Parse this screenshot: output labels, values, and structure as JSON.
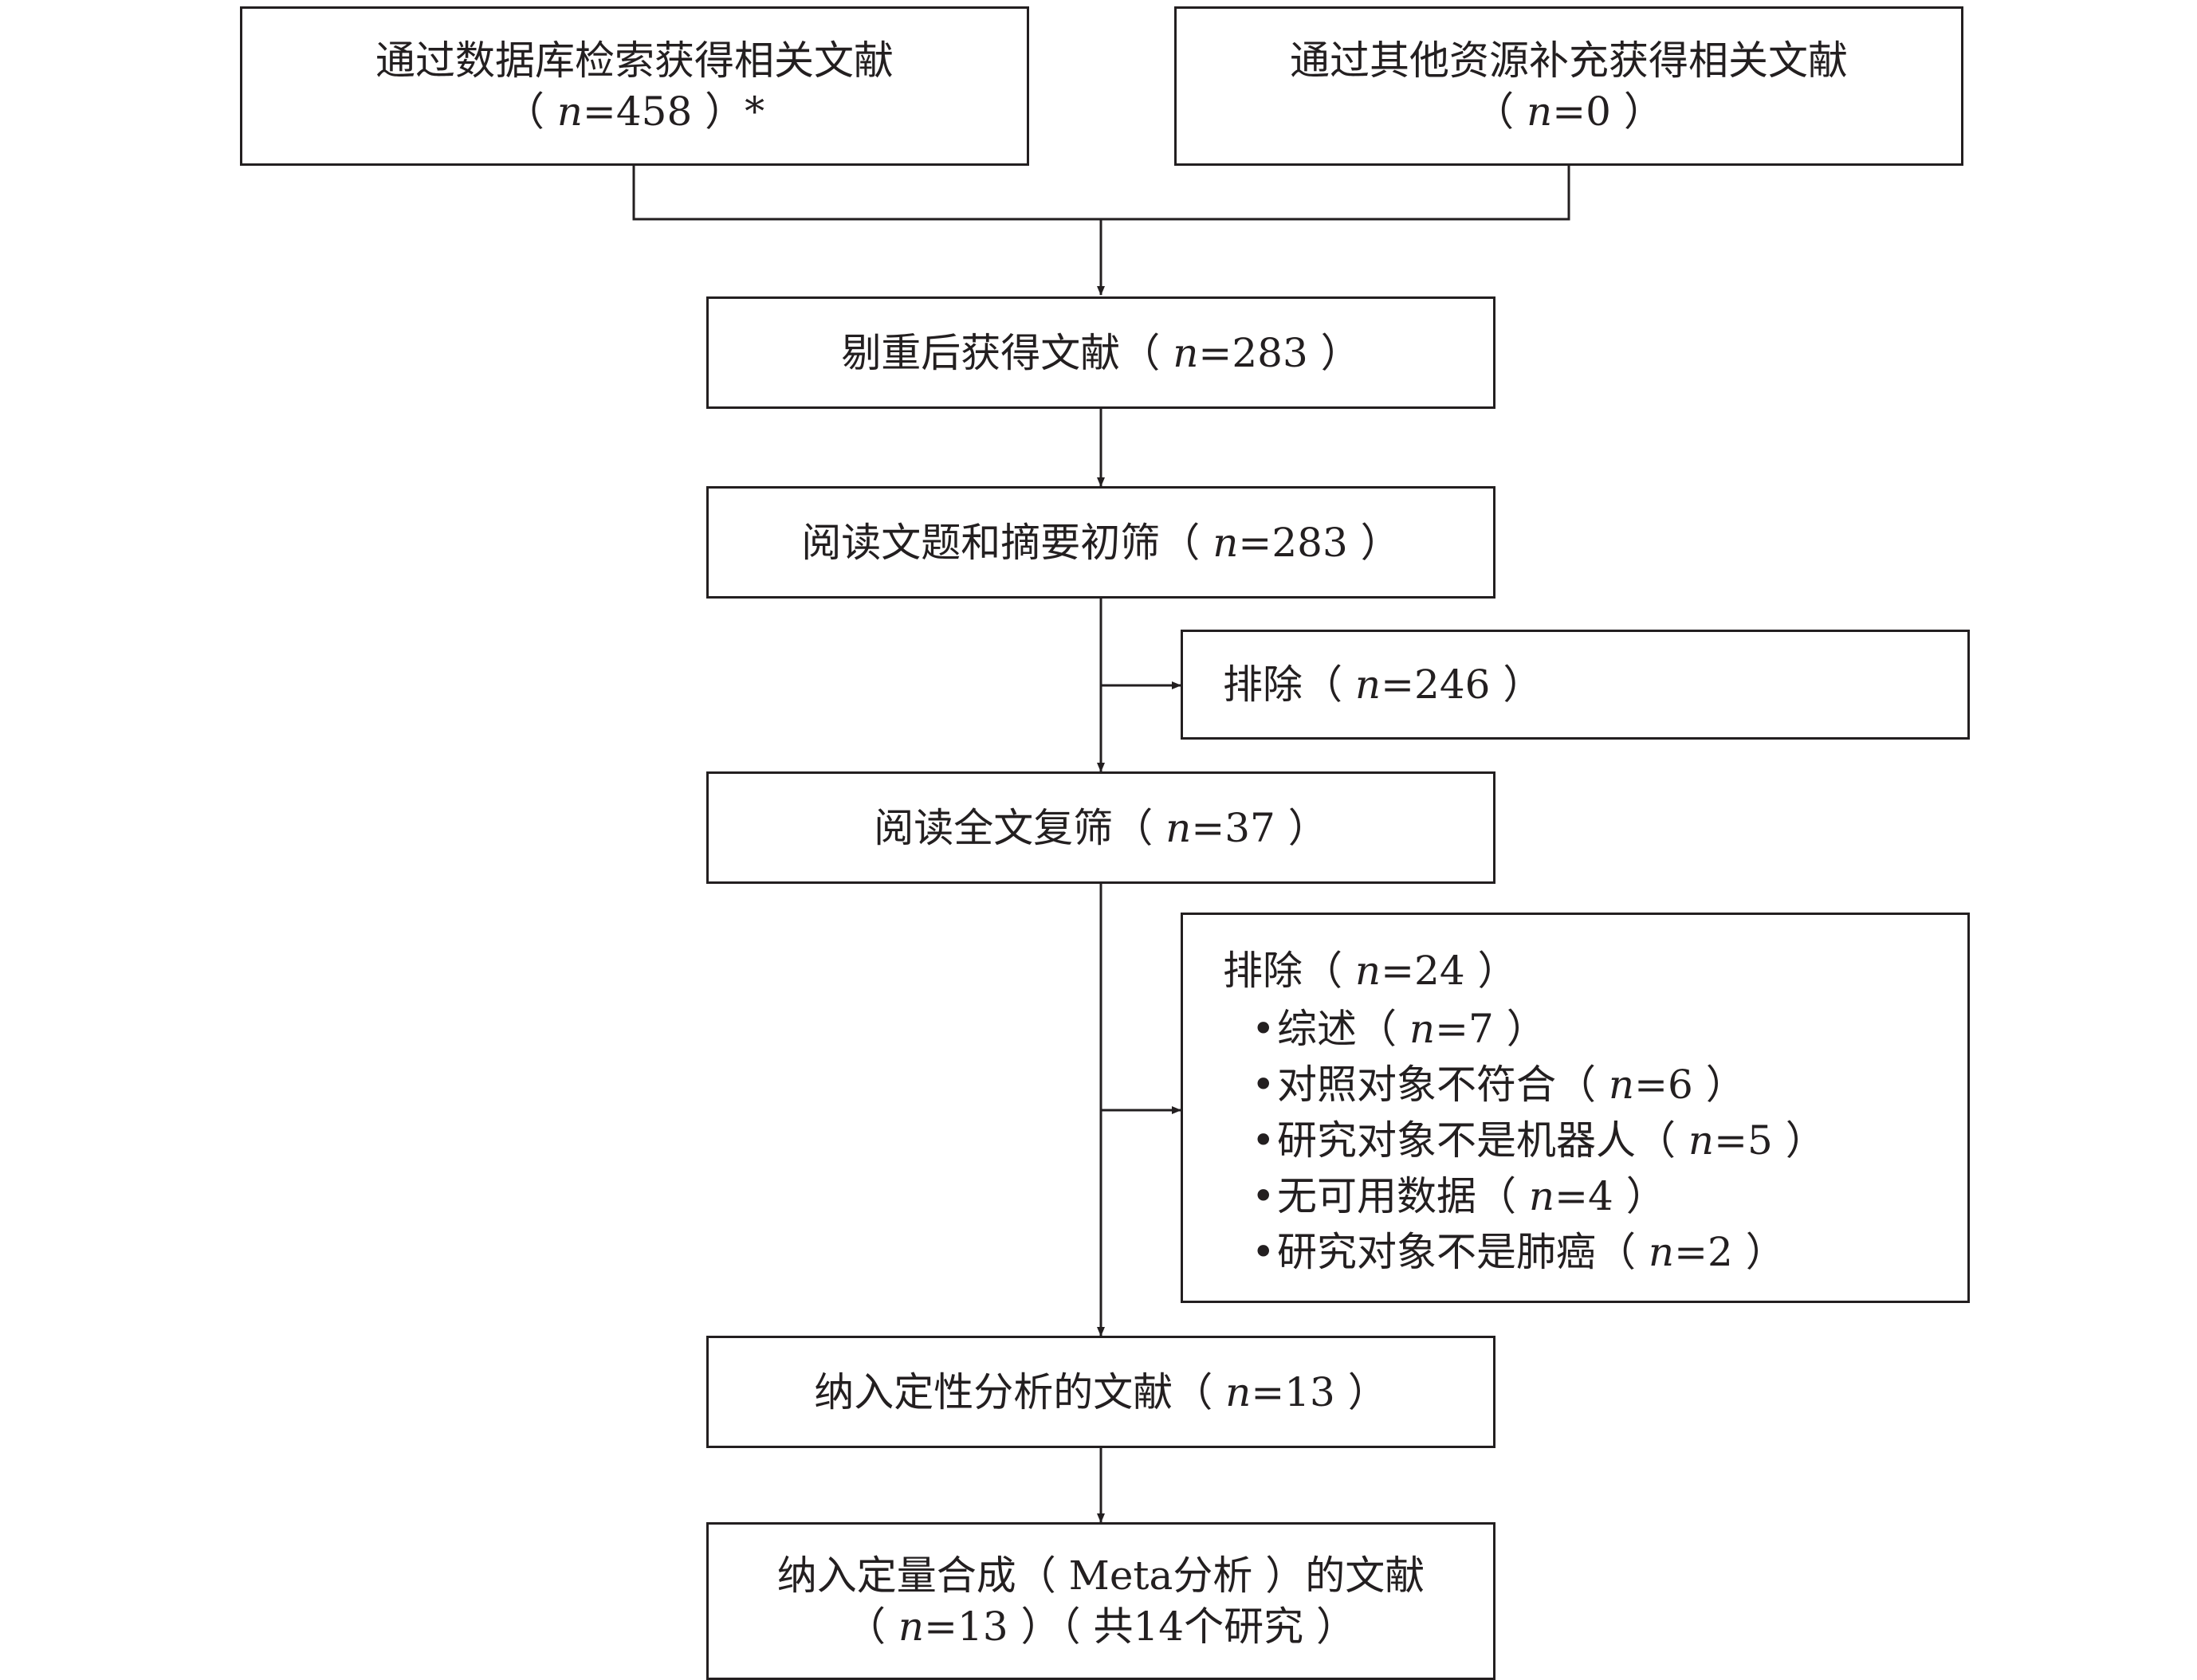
{
  "flowchart": {
    "identified_db": {
      "line1": "通过数据库检索获得相关文献",
      "pre": "（ ",
      "n": "n",
      "value": "=458",
      "post": " ）*"
    },
    "identified_other": {
      "line1": "通过其他资源补充获得相关文献",
      "pre": "（ ",
      "n": "n",
      "value": "=0",
      "post": " ）"
    },
    "after_dedup": {
      "label": "剔重后获得文献（ ",
      "n": "n",
      "value": "=283",
      "post": " ）"
    },
    "title_abstract": {
      "label": "阅读文题和摘要初筛（ ",
      "n": "n",
      "value": "=283",
      "post": " ）"
    },
    "excluded_1": {
      "label": "排除（ ",
      "n": "n",
      "value": "=246",
      "post": " ）"
    },
    "fulltext": {
      "label": "阅读全文复筛（ ",
      "n": "n",
      "value": "=37",
      "post": " ）"
    },
    "excluded_2": {
      "label": "排除（ ",
      "n": "n",
      "value": "=24",
      "post": " ）",
      "reasons": [
        {
          "label": "综述（ ",
          "n": "n",
          "value": "=7",
          "post": " ）"
        },
        {
          "label": "对照对象不符合（ ",
          "n": "n",
          "value": "=6",
          "post": " ）"
        },
        {
          "label": "研究对象不是机器人（ ",
          "n": "n",
          "value": "=5",
          "post": " ）"
        },
        {
          "label": "无可用数据（ ",
          "n": "n",
          "value": "=4",
          "post": " ）"
        },
        {
          "label": "研究对象不是肺癌（ ",
          "n": "n",
          "value": "=2",
          "post": " ）"
        }
      ]
    },
    "qualitative": {
      "label": "纳入定性分析的文献（ ",
      "n": "n",
      "value": "=13",
      "post": " ）"
    },
    "quantitative": {
      "line1": "纳入定量合成（ Meta分析 ）的文献",
      "pre": "（ ",
      "n": "n",
      "value": "=13",
      "post": " ）（ 共14个研究 ）"
    }
  }
}
